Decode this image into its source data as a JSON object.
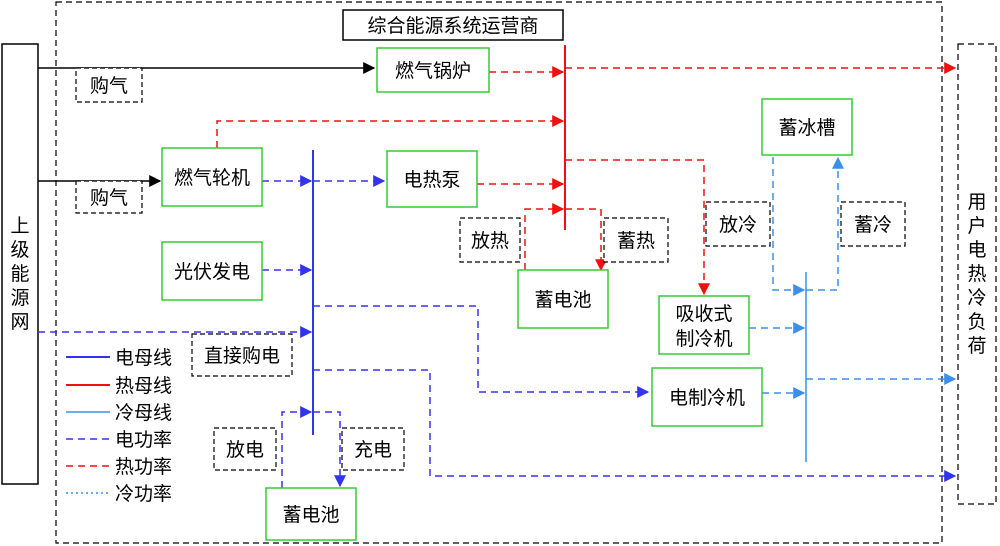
{
  "title": "综合能源系统运营商",
  "left_source": [
    "上",
    "级",
    "能",
    "源",
    "网"
  ],
  "right_sink": [
    "用",
    "户",
    "电",
    "热",
    "冷",
    "负",
    "荷"
  ],
  "components": {
    "gas_boiler": "燃气锅炉",
    "gas_turbine": "燃气轮机",
    "pv": "光伏发电",
    "heat_pump": "电热泵",
    "battery_thermal": "蓄电池",
    "absorption_chiller_l1": "吸收式",
    "absorption_chiller_l2": "制冷机",
    "electric_chiller": "电制冷机",
    "ice_storage": "蓄冰槽",
    "battery": "蓄电池"
  },
  "labels": {
    "buy_gas_1": "购气",
    "buy_gas_2": "购气",
    "direct_buy_power": "直接购电",
    "release_heat": "放热",
    "store_heat": "蓄热",
    "release_cold": "放冷",
    "store_cold": "蓄冷",
    "discharge": "放电",
    "charge": "充电"
  },
  "legend": [
    {
      "text": "电母线",
      "color": "#3333ee",
      "style": "solid"
    },
    {
      "text": "热母线",
      "color": "#ee1111",
      "style": "solid"
    },
    {
      "text": "冷母线",
      "color": "#3b8fe8",
      "style": "solid"
    },
    {
      "text": "电功率",
      "color": "#3333ee",
      "style": "dashed"
    },
    {
      "text": "热功率",
      "color": "#ee1111",
      "style": "dashed"
    },
    {
      "text": "冷功率",
      "color": "#3b8fe8",
      "style": "dotted"
    }
  ],
  "colors": {
    "electric": "#3333ee",
    "heat": "#ee1111",
    "cold": "#3b8fe8",
    "box_green": "#33cc33"
  }
}
